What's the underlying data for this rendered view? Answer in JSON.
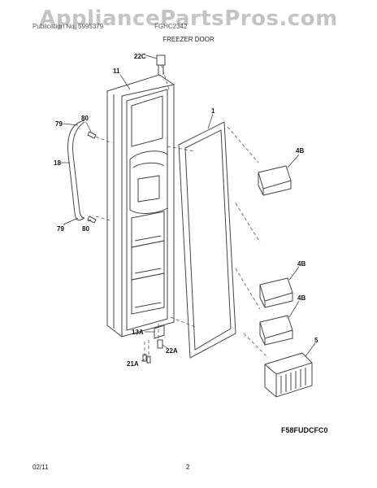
{
  "watermark": "AppliancePartsPros.com",
  "header": {
    "left": "Publication No. 5995379",
    "right": "FGHC2342"
  },
  "title": "FREEZER DOOR",
  "figure_code": "F58FUDCFC0",
  "footer": {
    "date": "02/11",
    "page": "2"
  },
  "callouts": {
    "p22c": "22C",
    "p11": "11",
    "p1": "1",
    "p79a": "79",
    "p80a": "80",
    "p18": "18",
    "p79b": "79",
    "p80b": "80",
    "p4b1": "4B",
    "p4b2": "4B",
    "p4b3": "4B",
    "p13a": "13A",
    "p22a": "22A",
    "p21a": "21A",
    "p5": "5"
  }
}
